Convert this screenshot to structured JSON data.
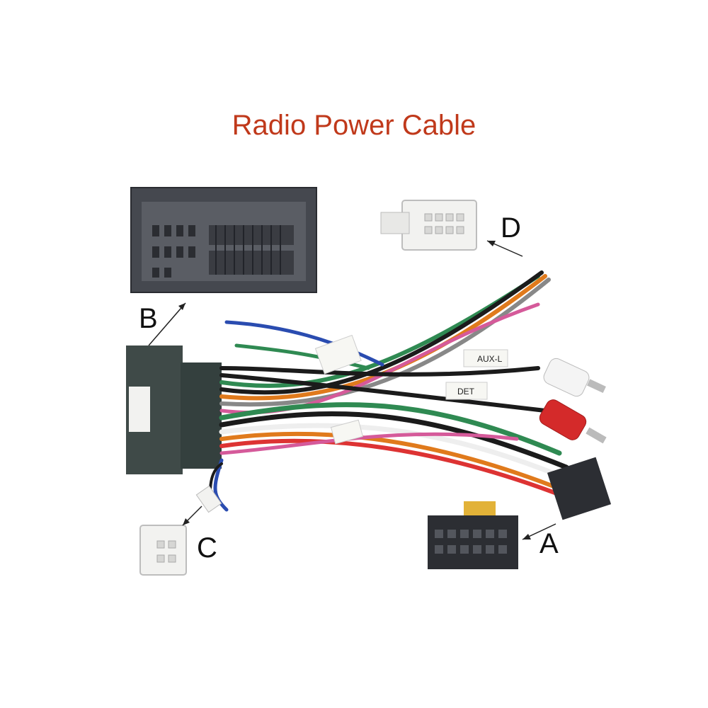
{
  "title": "Radio Power Cable",
  "callouts": {
    "a": "A",
    "b": "B",
    "c": "C",
    "d": "D"
  },
  "wire_tags": {
    "aux_l": "AUX-L",
    "det": "DET"
  },
  "colors": {
    "title": "#c0391b",
    "connector_dark": "#3a3d44",
    "connector_white": "#f2f2f0",
    "rca_red": "#d42a2a",
    "rca_white": "#f4f4f4"
  }
}
